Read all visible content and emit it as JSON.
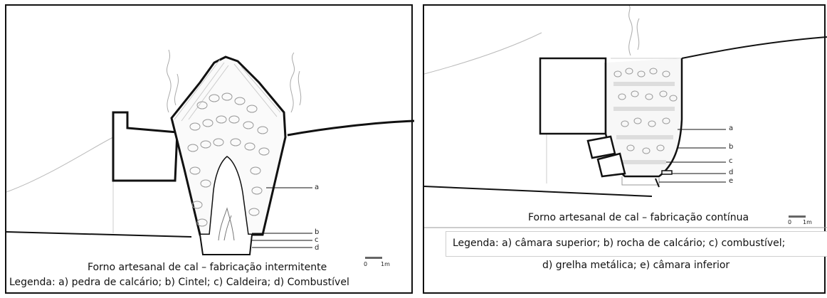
{
  "left": {
    "title": "Forno artesanal de cal – fabricação intermitente",
    "legend": "Legenda: a) pedra de calcário; b) Cintel; c)  Caldeira; d) Combustível",
    "labels": [
      "a",
      "b",
      "c",
      "d"
    ],
    "scale": {
      "start": "0",
      "end": "1m"
    }
  },
  "right": {
    "title": "Forno artesanal de cal – fabricação contínua",
    "legend_line1": "Legenda: a) câmara superior; b) rocha de calcário; c) combustível;",
    "legend_line2": "d) grelha metálica; e) câmara inferior",
    "labels": [
      "a",
      "b",
      "c",
      "d",
      "e"
    ],
    "scale": {
      "start": "0",
      "end": "1m"
    }
  }
}
